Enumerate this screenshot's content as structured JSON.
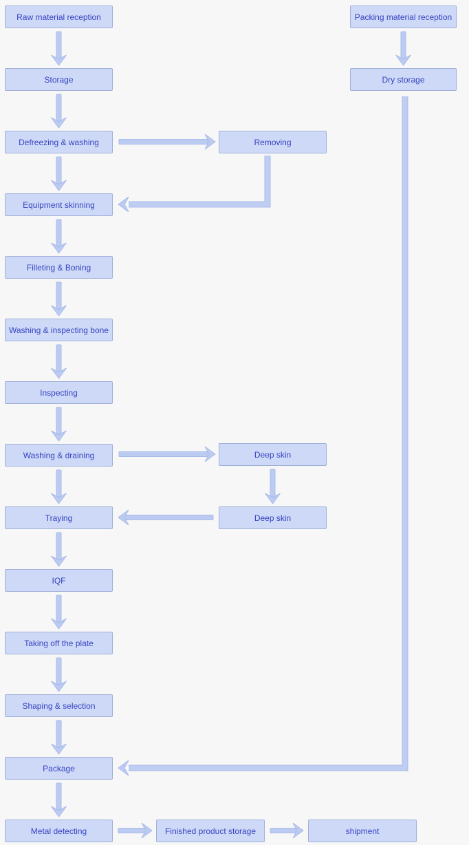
{
  "diagram": {
    "type": "flowchart",
    "colors": {
      "background": "#f7f7f7",
      "node_fill": "#cdd9f6",
      "node_border": "#9fb0d9",
      "node_text": "#3743c3",
      "arrow_fill": "#bccbf2",
      "arrow_outline": "#a9bbe9"
    },
    "nodes": {
      "raw_material_reception": "Raw material reception",
      "storage": "Storage",
      "defreezing_washing": "Defreezing & washing",
      "removing": "Removing",
      "equipment_skinning": "Equipment skinning",
      "filleting_boning": "Filleting & Boning",
      "washing_inspecting_bone": "Washing & inspecting bone",
      "inspecting": "Inspecting",
      "washing_draining": "Washing & draining",
      "deep_skin_1": "Deep skin",
      "deep_skin_2": "Deep skin",
      "traying": "Traying",
      "iqf": "IQF",
      "taking_off_the_plate": "Taking off the plate",
      "shaping_selection": "Shaping & selection",
      "package": "Package",
      "metal_detecting": "Metal detecting",
      "packing_material_reception": "Packing material reception",
      "dry_storage": "Dry storage",
      "finished_product_storage": "Finished product storage",
      "shipment": "shipment"
    },
    "edges": [
      {
        "from": "raw_material_reception",
        "to": "storage"
      },
      {
        "from": "storage",
        "to": "defreezing_washing"
      },
      {
        "from": "defreezing_washing",
        "to": "removing"
      },
      {
        "from": "defreezing_washing",
        "to": "equipment_skinning"
      },
      {
        "from": "removing",
        "to": "equipment_skinning"
      },
      {
        "from": "equipment_skinning",
        "to": "filleting_boning"
      },
      {
        "from": "filleting_boning",
        "to": "washing_inspecting_bone"
      },
      {
        "from": "washing_inspecting_bone",
        "to": "inspecting"
      },
      {
        "from": "inspecting",
        "to": "washing_draining"
      },
      {
        "from": "washing_draining",
        "to": "deep_skin_1"
      },
      {
        "from": "washing_draining",
        "to": "traying"
      },
      {
        "from": "deep_skin_1",
        "to": "deep_skin_2"
      },
      {
        "from": "deep_skin_2",
        "to": "traying"
      },
      {
        "from": "traying",
        "to": "iqf"
      },
      {
        "from": "iqf",
        "to": "taking_off_the_plate"
      },
      {
        "from": "taking_off_the_plate",
        "to": "shaping_selection"
      },
      {
        "from": "shaping_selection",
        "to": "package"
      },
      {
        "from": "package",
        "to": "metal_detecting"
      },
      {
        "from": "metal_detecting",
        "to": "finished_product_storage"
      },
      {
        "from": "finished_product_storage",
        "to": "shipment"
      },
      {
        "from": "packing_material_reception",
        "to": "dry_storage"
      },
      {
        "from": "dry_storage",
        "to": "package"
      }
    ]
  }
}
